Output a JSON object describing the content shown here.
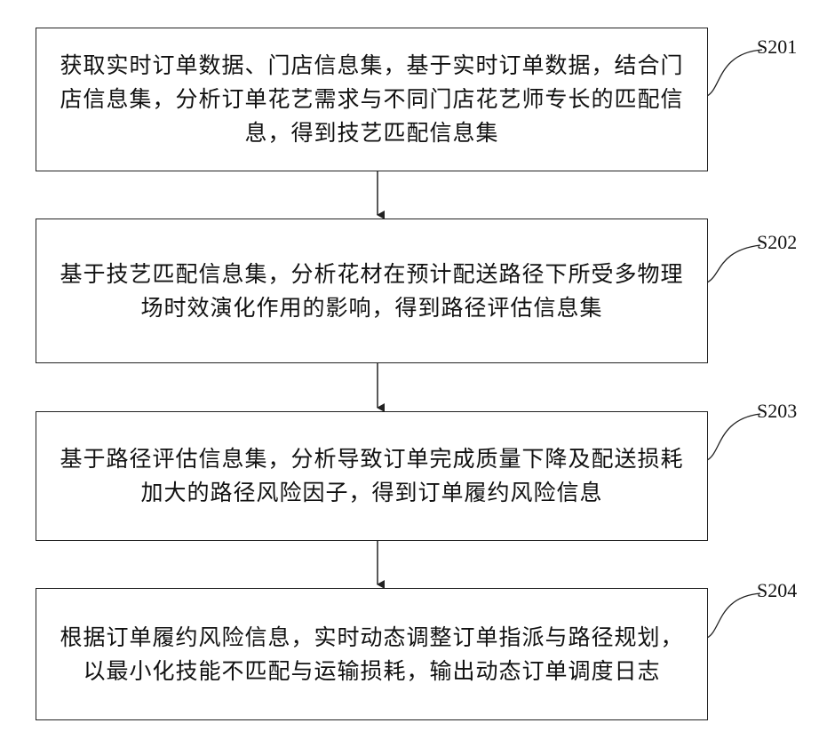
{
  "steps": [
    {
      "id": "S201",
      "text": "获取实时订单数据、门店信息集，基于实时订单数据，结合门店信息集，分析订单花艺需求与不同门店花艺师专长的匹配信息，得到技艺匹配信息集"
    },
    {
      "id": "S202",
      "text": "基于技艺匹配信息集，分析花材在预计配送路径下所受多物理场时效演化作用的影响，得到路径评估信息集"
    },
    {
      "id": "S203",
      "text": "基于路径评估信息集，分析导致订单完成质量下降及配送损耗加大的路径风险因子，得到订单履约风险信息"
    },
    {
      "id": "S204",
      "text": "根据订单履约风险信息，实时动态调整订单指派与路径规划，以最小化技能不匹配与运输损耗，输出动态订单调度日志"
    }
  ]
}
